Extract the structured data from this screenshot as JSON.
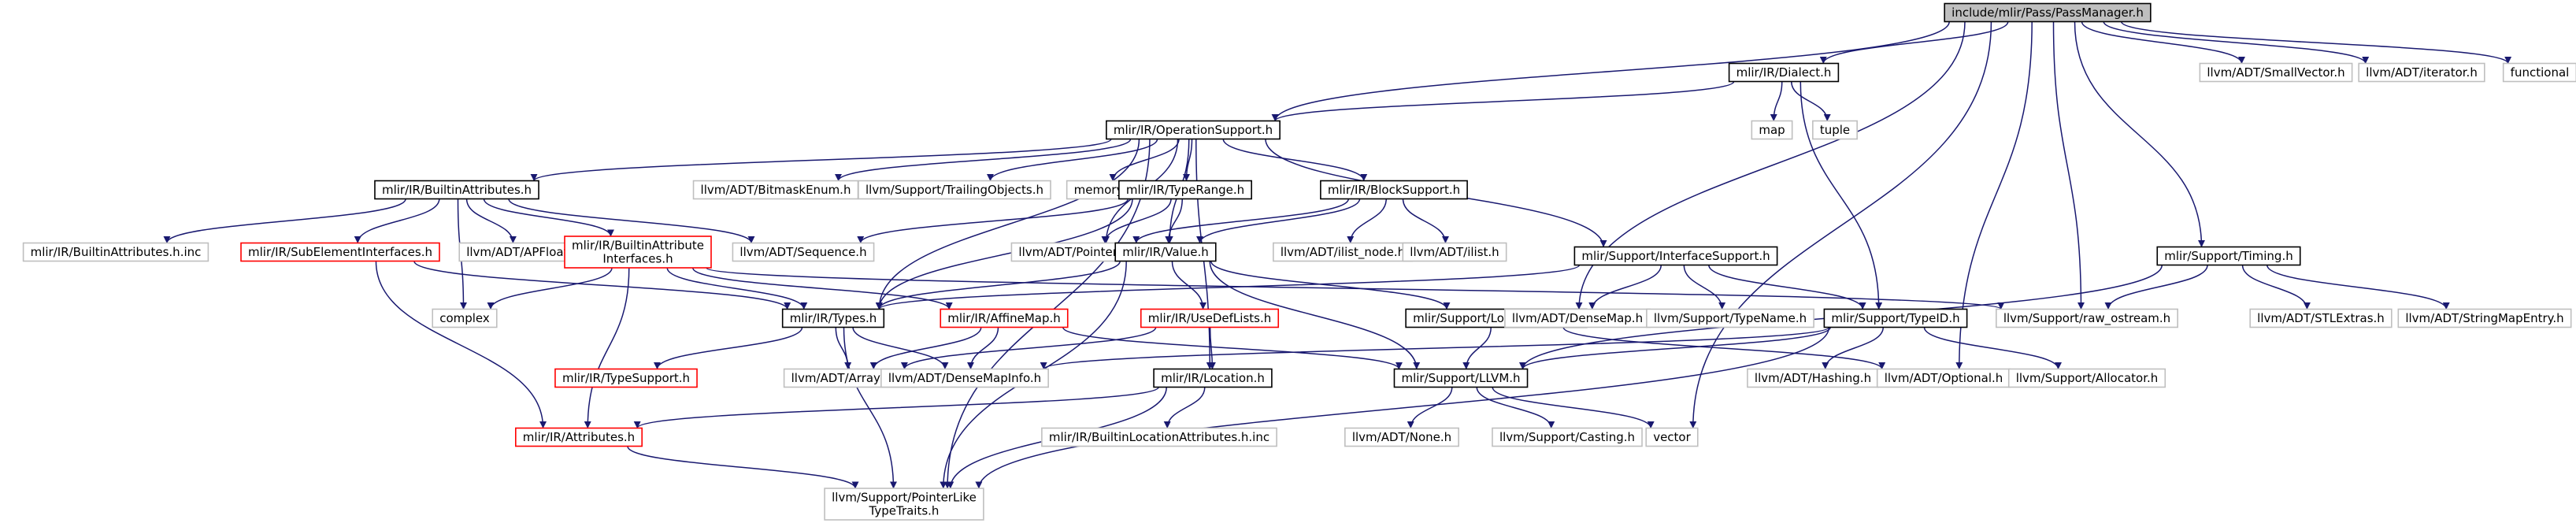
{
  "colors": {
    "edge": "#191970",
    "root_fill": "#bfbfbf",
    "root_stroke": "#000000",
    "normal_stroke": "#000000",
    "external_stroke": "#bfbfbf",
    "truncated_stroke": "#ff0000",
    "text": "#000000",
    "background": "#ffffff"
  },
  "nodes": [
    {
      "id": "root",
      "lines": [
        "include/mlir/Pass/PassManager.h"
      ],
      "style": "root"
    },
    {
      "id": "dialect",
      "lines": [
        "mlir/IR/Dialect.h"
      ],
      "style": "normal"
    },
    {
      "id": "smallvector",
      "lines": [
        "llvm/ADT/SmallVector.h"
      ],
      "style": "external"
    },
    {
      "id": "iterator",
      "lines": [
        "llvm/ADT/iterator.h"
      ],
      "style": "external"
    },
    {
      "id": "functional",
      "lines": [
        "functional"
      ],
      "style": "external"
    },
    {
      "id": "opsupport",
      "lines": [
        "mlir/IR/OperationSupport.h"
      ],
      "style": "normal"
    },
    {
      "id": "map",
      "lines": [
        "map"
      ],
      "style": "external"
    },
    {
      "id": "tuple",
      "lines": [
        "tuple"
      ],
      "style": "external"
    },
    {
      "id": "builtinattrs",
      "lines": [
        "mlir/IR/BuiltinAttributes.h"
      ],
      "style": "normal"
    },
    {
      "id": "bitmaskenum",
      "lines": [
        "llvm/ADT/BitmaskEnum.h"
      ],
      "style": "external"
    },
    {
      "id": "trailingobj",
      "lines": [
        "llvm/Support/TrailingObjects.h"
      ],
      "style": "external"
    },
    {
      "id": "memory",
      "lines": [
        "memory"
      ],
      "style": "external"
    },
    {
      "id": "typerange",
      "lines": [
        "mlir/IR/TypeRange.h"
      ],
      "style": "normal"
    },
    {
      "id": "blocksupport",
      "lines": [
        "mlir/IR/BlockSupport.h"
      ],
      "style": "normal"
    },
    {
      "id": "timing",
      "lines": [
        "mlir/Support/Timing.h"
      ],
      "style": "normal"
    },
    {
      "id": "builtinattrsinc",
      "lines": [
        "mlir/IR/BuiltinAttributes.h.inc"
      ],
      "style": "external"
    },
    {
      "id": "subelem",
      "lines": [
        "mlir/IR/SubElementInterfaces.h"
      ],
      "style": "truncated"
    },
    {
      "id": "apfloat",
      "lines": [
        "llvm/ADT/APFloat.h"
      ],
      "style": "external"
    },
    {
      "id": "builtinattrif",
      "lines": [
        "mlir/IR/BuiltinAttribute",
        "Interfaces.h"
      ],
      "style": "truncated"
    },
    {
      "id": "sequence",
      "lines": [
        "llvm/ADT/Sequence.h"
      ],
      "style": "external"
    },
    {
      "id": "pointerunion",
      "lines": [
        "llvm/ADT/PointerUnion.h"
      ],
      "style": "external"
    },
    {
      "id": "value",
      "lines": [
        "mlir/IR/Value.h"
      ],
      "style": "normal"
    },
    {
      "id": "ilistnode",
      "lines": [
        "llvm/ADT/ilist_node.h"
      ],
      "style": "external"
    },
    {
      "id": "ilist",
      "lines": [
        "llvm/ADT/ilist.h"
      ],
      "style": "external"
    },
    {
      "id": "ifsupport",
      "lines": [
        "mlir/Support/InterfaceSupport.h"
      ],
      "style": "normal"
    },
    {
      "id": "complex",
      "lines": [
        "complex"
      ],
      "style": "external"
    },
    {
      "id": "types",
      "lines": [
        "mlir/IR/Types.h"
      ],
      "style": "normal"
    },
    {
      "id": "affinemap",
      "lines": [
        "mlir/IR/AffineMap.h"
      ],
      "style": "truncated"
    },
    {
      "id": "usedef",
      "lines": [
        "mlir/IR/UseDefLists.h"
      ],
      "style": "truncated"
    },
    {
      "id": "logicalresult",
      "lines": [
        "mlir/Support/LogicalResult.h"
      ],
      "style": "normal"
    },
    {
      "id": "densemap",
      "lines": [
        "llvm/ADT/DenseMap.h"
      ],
      "style": "external"
    },
    {
      "id": "typename",
      "lines": [
        "llvm/Support/TypeName.h"
      ],
      "style": "external"
    },
    {
      "id": "typeid",
      "lines": [
        "mlir/Support/TypeID.h"
      ],
      "style": "normal"
    },
    {
      "id": "rawostream",
      "lines": [
        "llvm/Support/raw_ostream.h"
      ],
      "style": "external"
    },
    {
      "id": "stlextras",
      "lines": [
        "llvm/ADT/STLExtras.h"
      ],
      "style": "external"
    },
    {
      "id": "stringmapentry",
      "lines": [
        "llvm/ADT/StringMapEntry.h"
      ],
      "style": "external"
    },
    {
      "id": "typesupport",
      "lines": [
        "mlir/IR/TypeSupport.h"
      ],
      "style": "truncated"
    },
    {
      "id": "arrayref",
      "lines": [
        "llvm/ADT/ArrayRef.h"
      ],
      "style": "external"
    },
    {
      "id": "densemapinfo",
      "lines": [
        "llvm/ADT/DenseMapInfo.h"
      ],
      "style": "external"
    },
    {
      "id": "location",
      "lines": [
        "mlir/IR/Location.h"
      ],
      "style": "normal"
    },
    {
      "id": "llvmh",
      "lines": [
        "mlir/Support/LLVM.h"
      ],
      "style": "normal"
    },
    {
      "id": "hashing",
      "lines": [
        "llvm/ADT/Hashing.h"
      ],
      "style": "external"
    },
    {
      "id": "optional",
      "lines": [
        "llvm/ADT/Optional.h"
      ],
      "style": "external"
    },
    {
      "id": "allocator",
      "lines": [
        "llvm/Support/Allocator.h"
      ],
      "style": "external"
    },
    {
      "id": "attributes",
      "lines": [
        "mlir/IR/Attributes.h"
      ],
      "style": "truncated"
    },
    {
      "id": "builtinlocinc",
      "lines": [
        "mlir/IR/BuiltinLocationAttributes.h.inc"
      ],
      "style": "external"
    },
    {
      "id": "none",
      "lines": [
        "llvm/ADT/None.h"
      ],
      "style": "external"
    },
    {
      "id": "casting",
      "lines": [
        "llvm/Support/Casting.h"
      ],
      "style": "external"
    },
    {
      "id": "vector",
      "lines": [
        "vector"
      ],
      "style": "external"
    },
    {
      "id": "pointerlike",
      "lines": [
        "llvm/Support/PointerLike",
        "TypeTraits.h"
      ],
      "style": "external"
    }
  ],
  "edges": [
    [
      "root",
      "dialect"
    ],
    [
      "root",
      "smallvector"
    ],
    [
      "root",
      "iterator"
    ],
    [
      "root",
      "functional"
    ],
    [
      "root",
      "opsupport"
    ],
    [
      "root",
      "logicalresult"
    ],
    [
      "root",
      "optional"
    ],
    [
      "root",
      "rawostream"
    ],
    [
      "root",
      "vector"
    ],
    [
      "root",
      "timing"
    ],
    [
      "dialect",
      "opsupport"
    ],
    [
      "dialect",
      "map"
    ],
    [
      "dialect",
      "tuple"
    ],
    [
      "dialect",
      "typeid"
    ],
    [
      "opsupport",
      "builtinattrs"
    ],
    [
      "opsupport",
      "bitmaskenum"
    ],
    [
      "opsupport",
      "trailingobj"
    ],
    [
      "opsupport",
      "memory"
    ],
    [
      "opsupport",
      "typerange"
    ],
    [
      "opsupport",
      "blocksupport"
    ],
    [
      "opsupport",
      "ifsupport"
    ],
    [
      "opsupport",
      "pointerunion"
    ],
    [
      "opsupport",
      "value"
    ],
    [
      "opsupport",
      "types"
    ],
    [
      "opsupport",
      "location"
    ],
    [
      "opsupport",
      "pointerlike"
    ],
    [
      "builtinattrs",
      "builtinattrsinc"
    ],
    [
      "builtinattrs",
      "subelem"
    ],
    [
      "builtinattrs",
      "apfloat"
    ],
    [
      "builtinattrs",
      "builtinattrif"
    ],
    [
      "builtinattrs",
      "sequence"
    ],
    [
      "builtinattrs",
      "complex"
    ],
    [
      "subelem",
      "attributes"
    ],
    [
      "subelem",
      "types"
    ],
    [
      "builtinattrif",
      "complex"
    ],
    [
      "builtinattrif",
      "types"
    ],
    [
      "builtinattrif",
      "affinemap"
    ],
    [
      "builtinattrif",
      "attributes"
    ],
    [
      "builtinattrif",
      "rawostream"
    ],
    [
      "typerange",
      "pointerunion"
    ],
    [
      "typerange",
      "sequence"
    ],
    [
      "typerange",
      "value"
    ],
    [
      "typerange",
      "types"
    ],
    [
      "blocksupport",
      "value"
    ],
    [
      "blocksupport",
      "pointerunion"
    ],
    [
      "blocksupport",
      "ilistnode"
    ],
    [
      "blocksupport",
      "ilist"
    ],
    [
      "value",
      "types"
    ],
    [
      "value",
      "usedef"
    ],
    [
      "value",
      "llvmh"
    ],
    [
      "value",
      "pointerlike"
    ],
    [
      "value",
      "logicalresult"
    ],
    [
      "ifsupport",
      "types"
    ],
    [
      "ifsupport",
      "densemap"
    ],
    [
      "ifsupport",
      "typename"
    ],
    [
      "ifsupport",
      "typeid"
    ],
    [
      "types",
      "typesupport"
    ],
    [
      "types",
      "arrayref"
    ],
    [
      "types",
      "densemapinfo"
    ],
    [
      "types",
      "pointerlike"
    ],
    [
      "affinemap",
      "arrayref"
    ],
    [
      "affinemap",
      "densemapinfo"
    ],
    [
      "affinemap",
      "llvmh"
    ],
    [
      "usedef",
      "location"
    ],
    [
      "usedef",
      "arrayref"
    ],
    [
      "logicalresult",
      "llvmh"
    ],
    [
      "logicalresult",
      "optional"
    ],
    [
      "typeid",
      "llvmh"
    ],
    [
      "typeid",
      "hashing"
    ],
    [
      "typeid",
      "densemapinfo"
    ],
    [
      "typeid",
      "allocator"
    ],
    [
      "typeid",
      "pointerlike"
    ],
    [
      "timing",
      "rawostream"
    ],
    [
      "timing",
      "stlextras"
    ],
    [
      "timing",
      "stringmapentry"
    ],
    [
      "timing",
      "llvmh"
    ],
    [
      "location",
      "attributes"
    ],
    [
      "location",
      "builtinlocinc"
    ],
    [
      "location",
      "pointerlike"
    ],
    [
      "llvmh",
      "none"
    ],
    [
      "llvmh",
      "casting"
    ],
    [
      "llvmh",
      "vector"
    ],
    [
      "attributes",
      "pointerlike"
    ]
  ]
}
